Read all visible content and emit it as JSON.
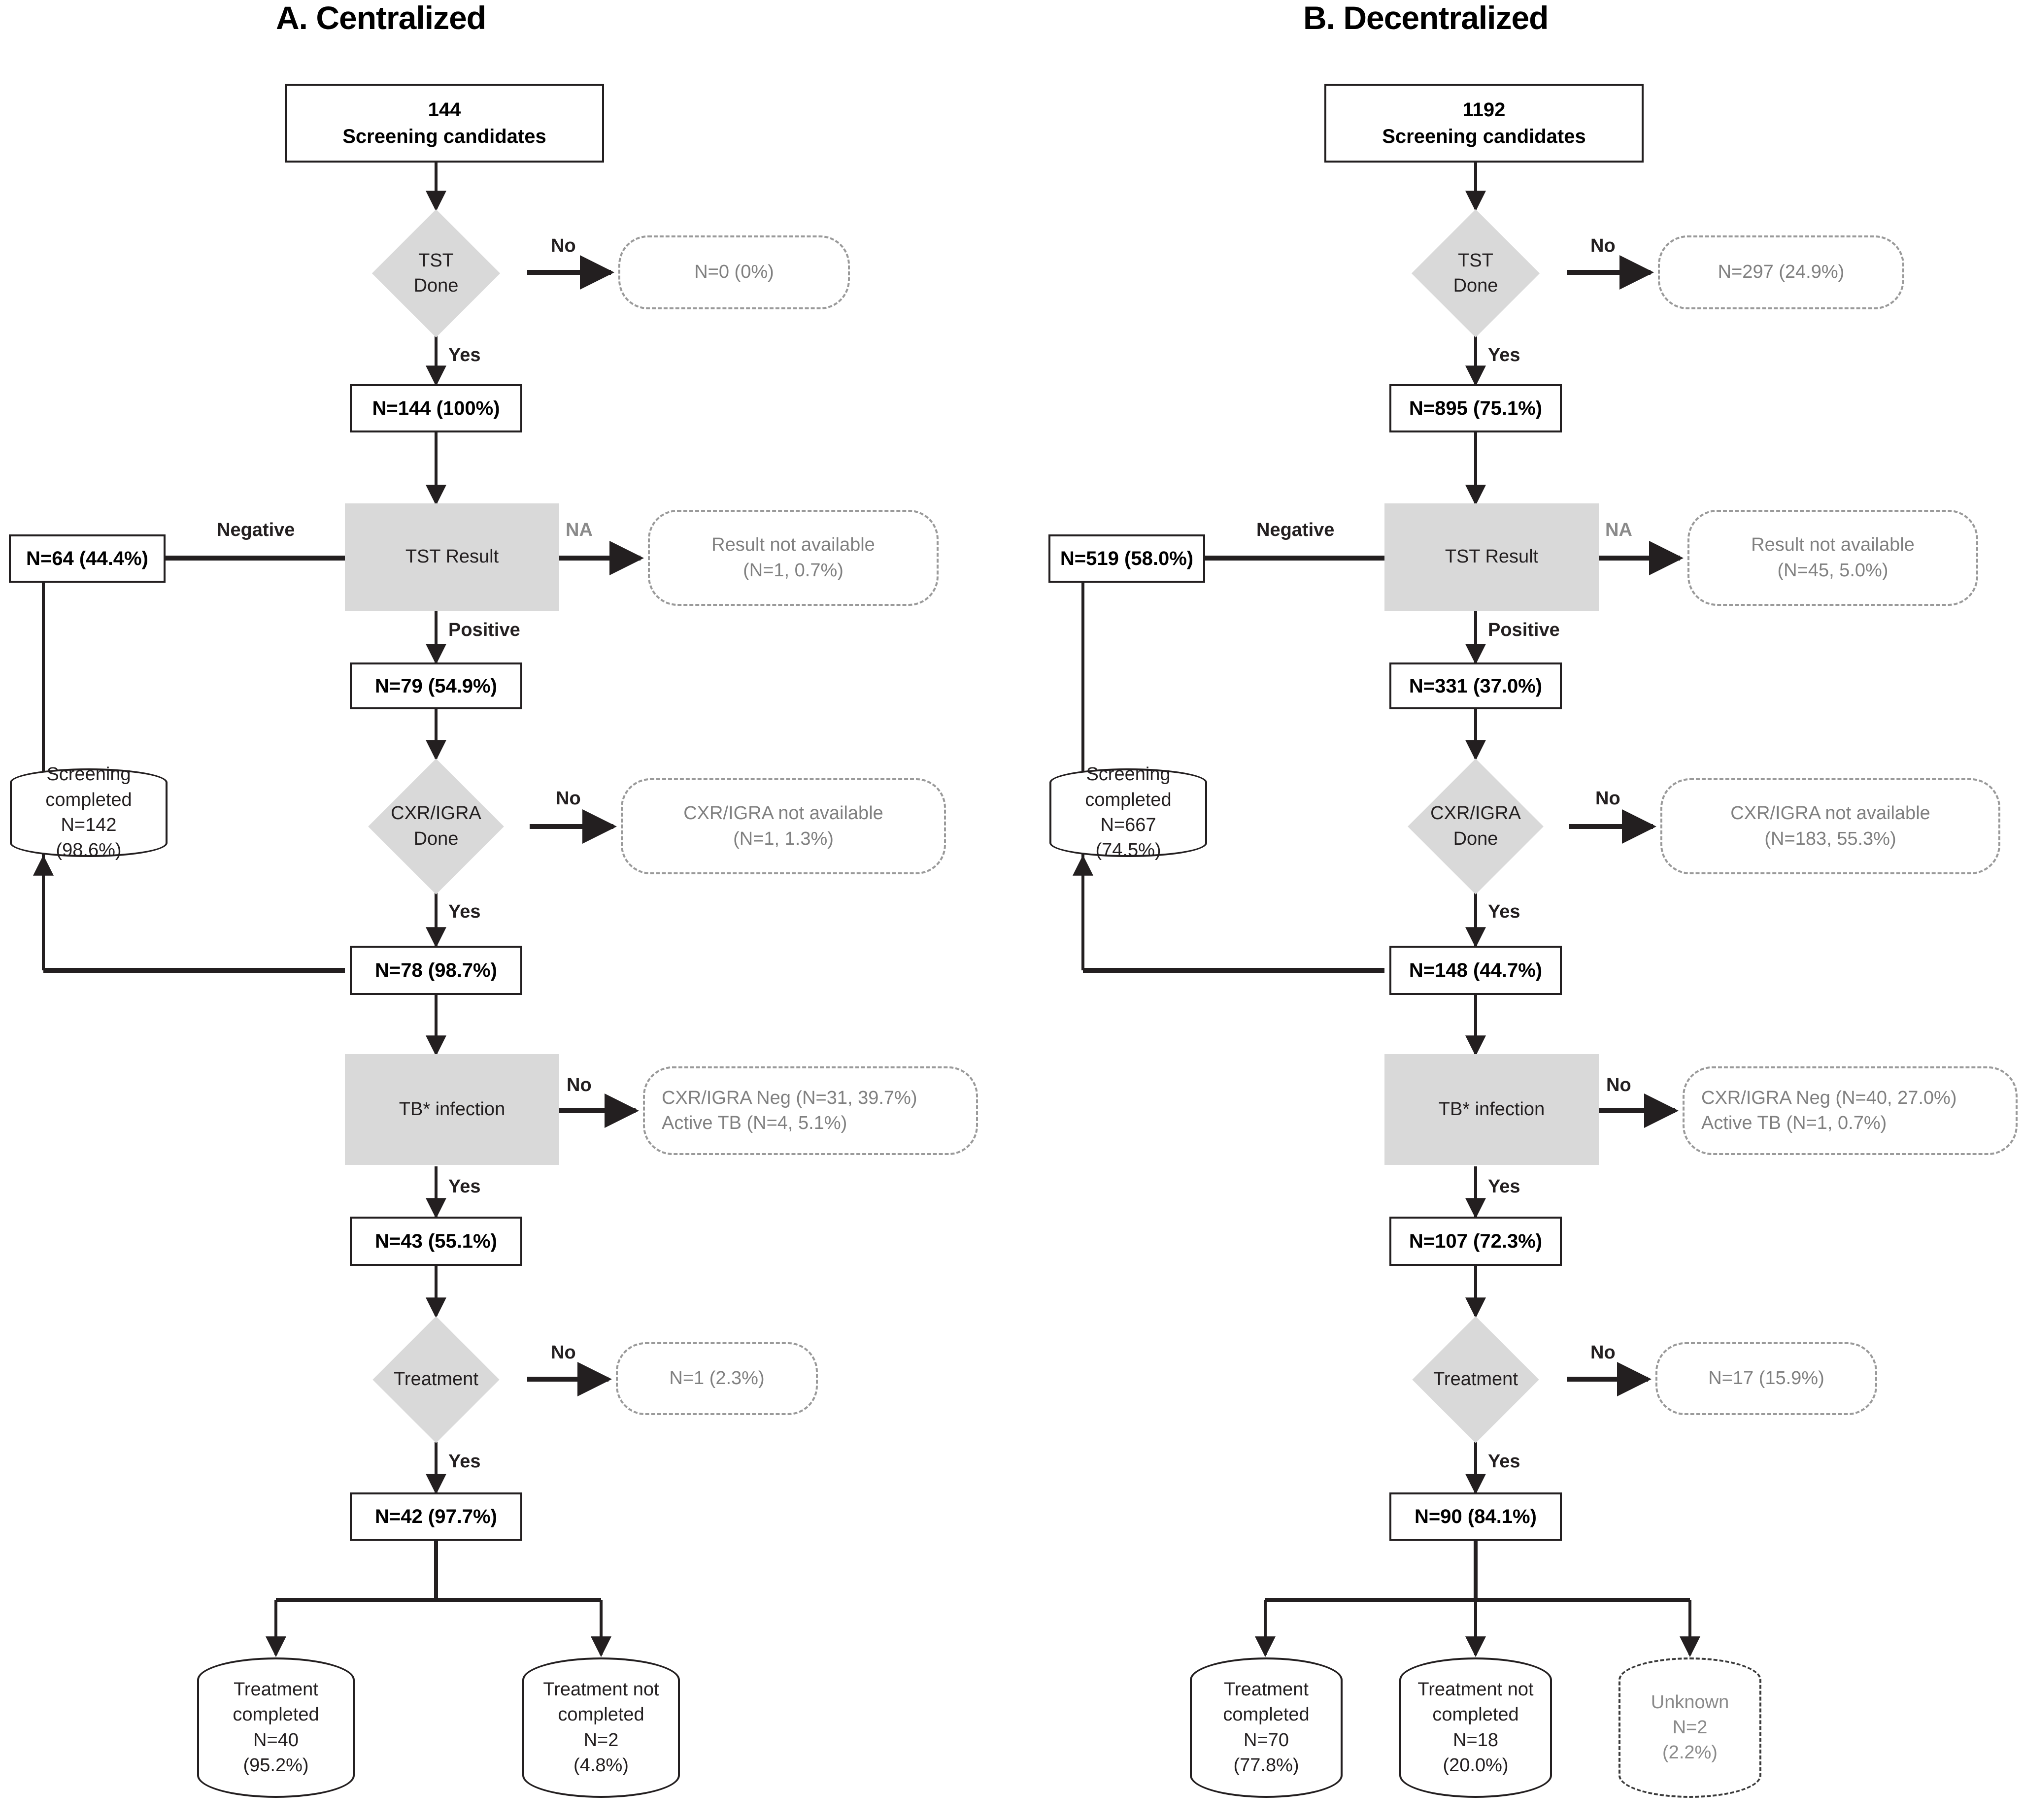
{
  "figure": {
    "colors": {
      "decision_fill": "#d9d9d9",
      "process_fill": "#d9d9d9",
      "exclusion_text": "#808080",
      "line": "#231f20",
      "dashed_border": "#9a9a9a"
    }
  },
  "panels": [
    {
      "id": "A",
      "title": "A. Centralized",
      "start": {
        "count": "144",
        "label": "Screening candidates"
      },
      "tst_done": {
        "label_line1": "TST",
        "label_line2": "Done",
        "no_edge": "No",
        "yes_edge": "Yes",
        "no_result": "N=0 (0%)",
        "yes_result": "N=144 (100%)"
      },
      "tst_result": {
        "label": "TST Result",
        "negative_edge": "Negative",
        "negative_result": "N=64 (44.4%)",
        "na_edge": "NA",
        "na_line1": "Result not available",
        "na_line2": "(N=1, 0.7%)",
        "positive_edge": "Positive",
        "positive_result": "N=79 (54.9%)"
      },
      "screening_completed": {
        "line1": "Screening",
        "line2": "completed",
        "line3": "N=142",
        "line4": "(98.6%)"
      },
      "cxr_igra_done": {
        "label_line1": "CXR/IGRA",
        "label_line2": "Done",
        "no_edge": "No",
        "no_line1": "CXR/IGRA not available",
        "no_line2": "(N=1, 1.3%)",
        "yes_edge": "Yes",
        "yes_result": "N=78 (98.7%)"
      },
      "tb_infection": {
        "label": "TB* infection",
        "no_edge": "No",
        "no_line1": "CXR/IGRA Neg (N=31, 39.7%)",
        "no_line2": "Active TB (N=4, 5.1%)",
        "yes_edge": "Yes",
        "yes_result": "N=43 (55.1%)"
      },
      "treatment": {
        "label": "Treatment",
        "no_edge": "No",
        "no_result": "N=1 (2.3%)",
        "yes_edge": "Yes",
        "yes_result": "N=42 (97.7%)"
      },
      "outcomes": [
        {
          "line1": "Treatment",
          "line2": "completed",
          "line3": "N=40",
          "line4": "(95.2%)",
          "dashed": false
        },
        {
          "line1": "Treatment not",
          "line2": "completed",
          "line3": "N=2",
          "line4": "(4.8%)",
          "dashed": false
        }
      ]
    },
    {
      "id": "B",
      "title": "B. Decentralized",
      "start": {
        "count": "1192",
        "label": "Screening candidates"
      },
      "tst_done": {
        "label_line1": "TST",
        "label_line2": "Done",
        "no_edge": "No",
        "yes_edge": "Yes",
        "no_result": "N=297 (24.9%)",
        "yes_result": "N=895 (75.1%)"
      },
      "tst_result": {
        "label": "TST Result",
        "negative_edge": "Negative",
        "negative_result": "N=519 (58.0%)",
        "na_edge": "NA",
        "na_line1": "Result not available",
        "na_line2": "(N=45, 5.0%)",
        "positive_edge": "Positive",
        "positive_result": "N=331 (37.0%)"
      },
      "screening_completed": {
        "line1": "Screening",
        "line2": "completed",
        "line3": "N=667",
        "line4": "(74.5%)"
      },
      "cxr_igra_done": {
        "label_line1": "CXR/IGRA",
        "label_line2": "Done",
        "no_edge": "No",
        "no_line1": "CXR/IGRA not available",
        "no_line2": "(N=183, 55.3%)",
        "yes_edge": "Yes",
        "yes_result": "N=148 (44.7%)"
      },
      "tb_infection": {
        "label": "TB* infection",
        "no_edge": "No",
        "no_line1": "CXR/IGRA Neg (N=40, 27.0%)",
        "no_line2": "Active TB (N=1, 0.7%)",
        "yes_edge": "Yes",
        "yes_result": "N=107 (72.3%)"
      },
      "treatment": {
        "label": "Treatment",
        "no_edge": "No",
        "no_result": "N=17 (15.9%)",
        "yes_edge": "Yes",
        "yes_result": "N=90 (84.1%)"
      },
      "outcomes": [
        {
          "line1": "Treatment",
          "line2": "completed",
          "line3": "N=70",
          "line4": "(77.8%)",
          "dashed": false
        },
        {
          "line1": "Treatment not",
          "line2": "completed",
          "line3": "N=18",
          "line4": "(20.0%)",
          "dashed": false
        },
        {
          "line1": "Unknown",
          "line2": "N=2",
          "line3": "(2.2%)",
          "line4": "",
          "dashed": true
        }
      ]
    }
  ]
}
